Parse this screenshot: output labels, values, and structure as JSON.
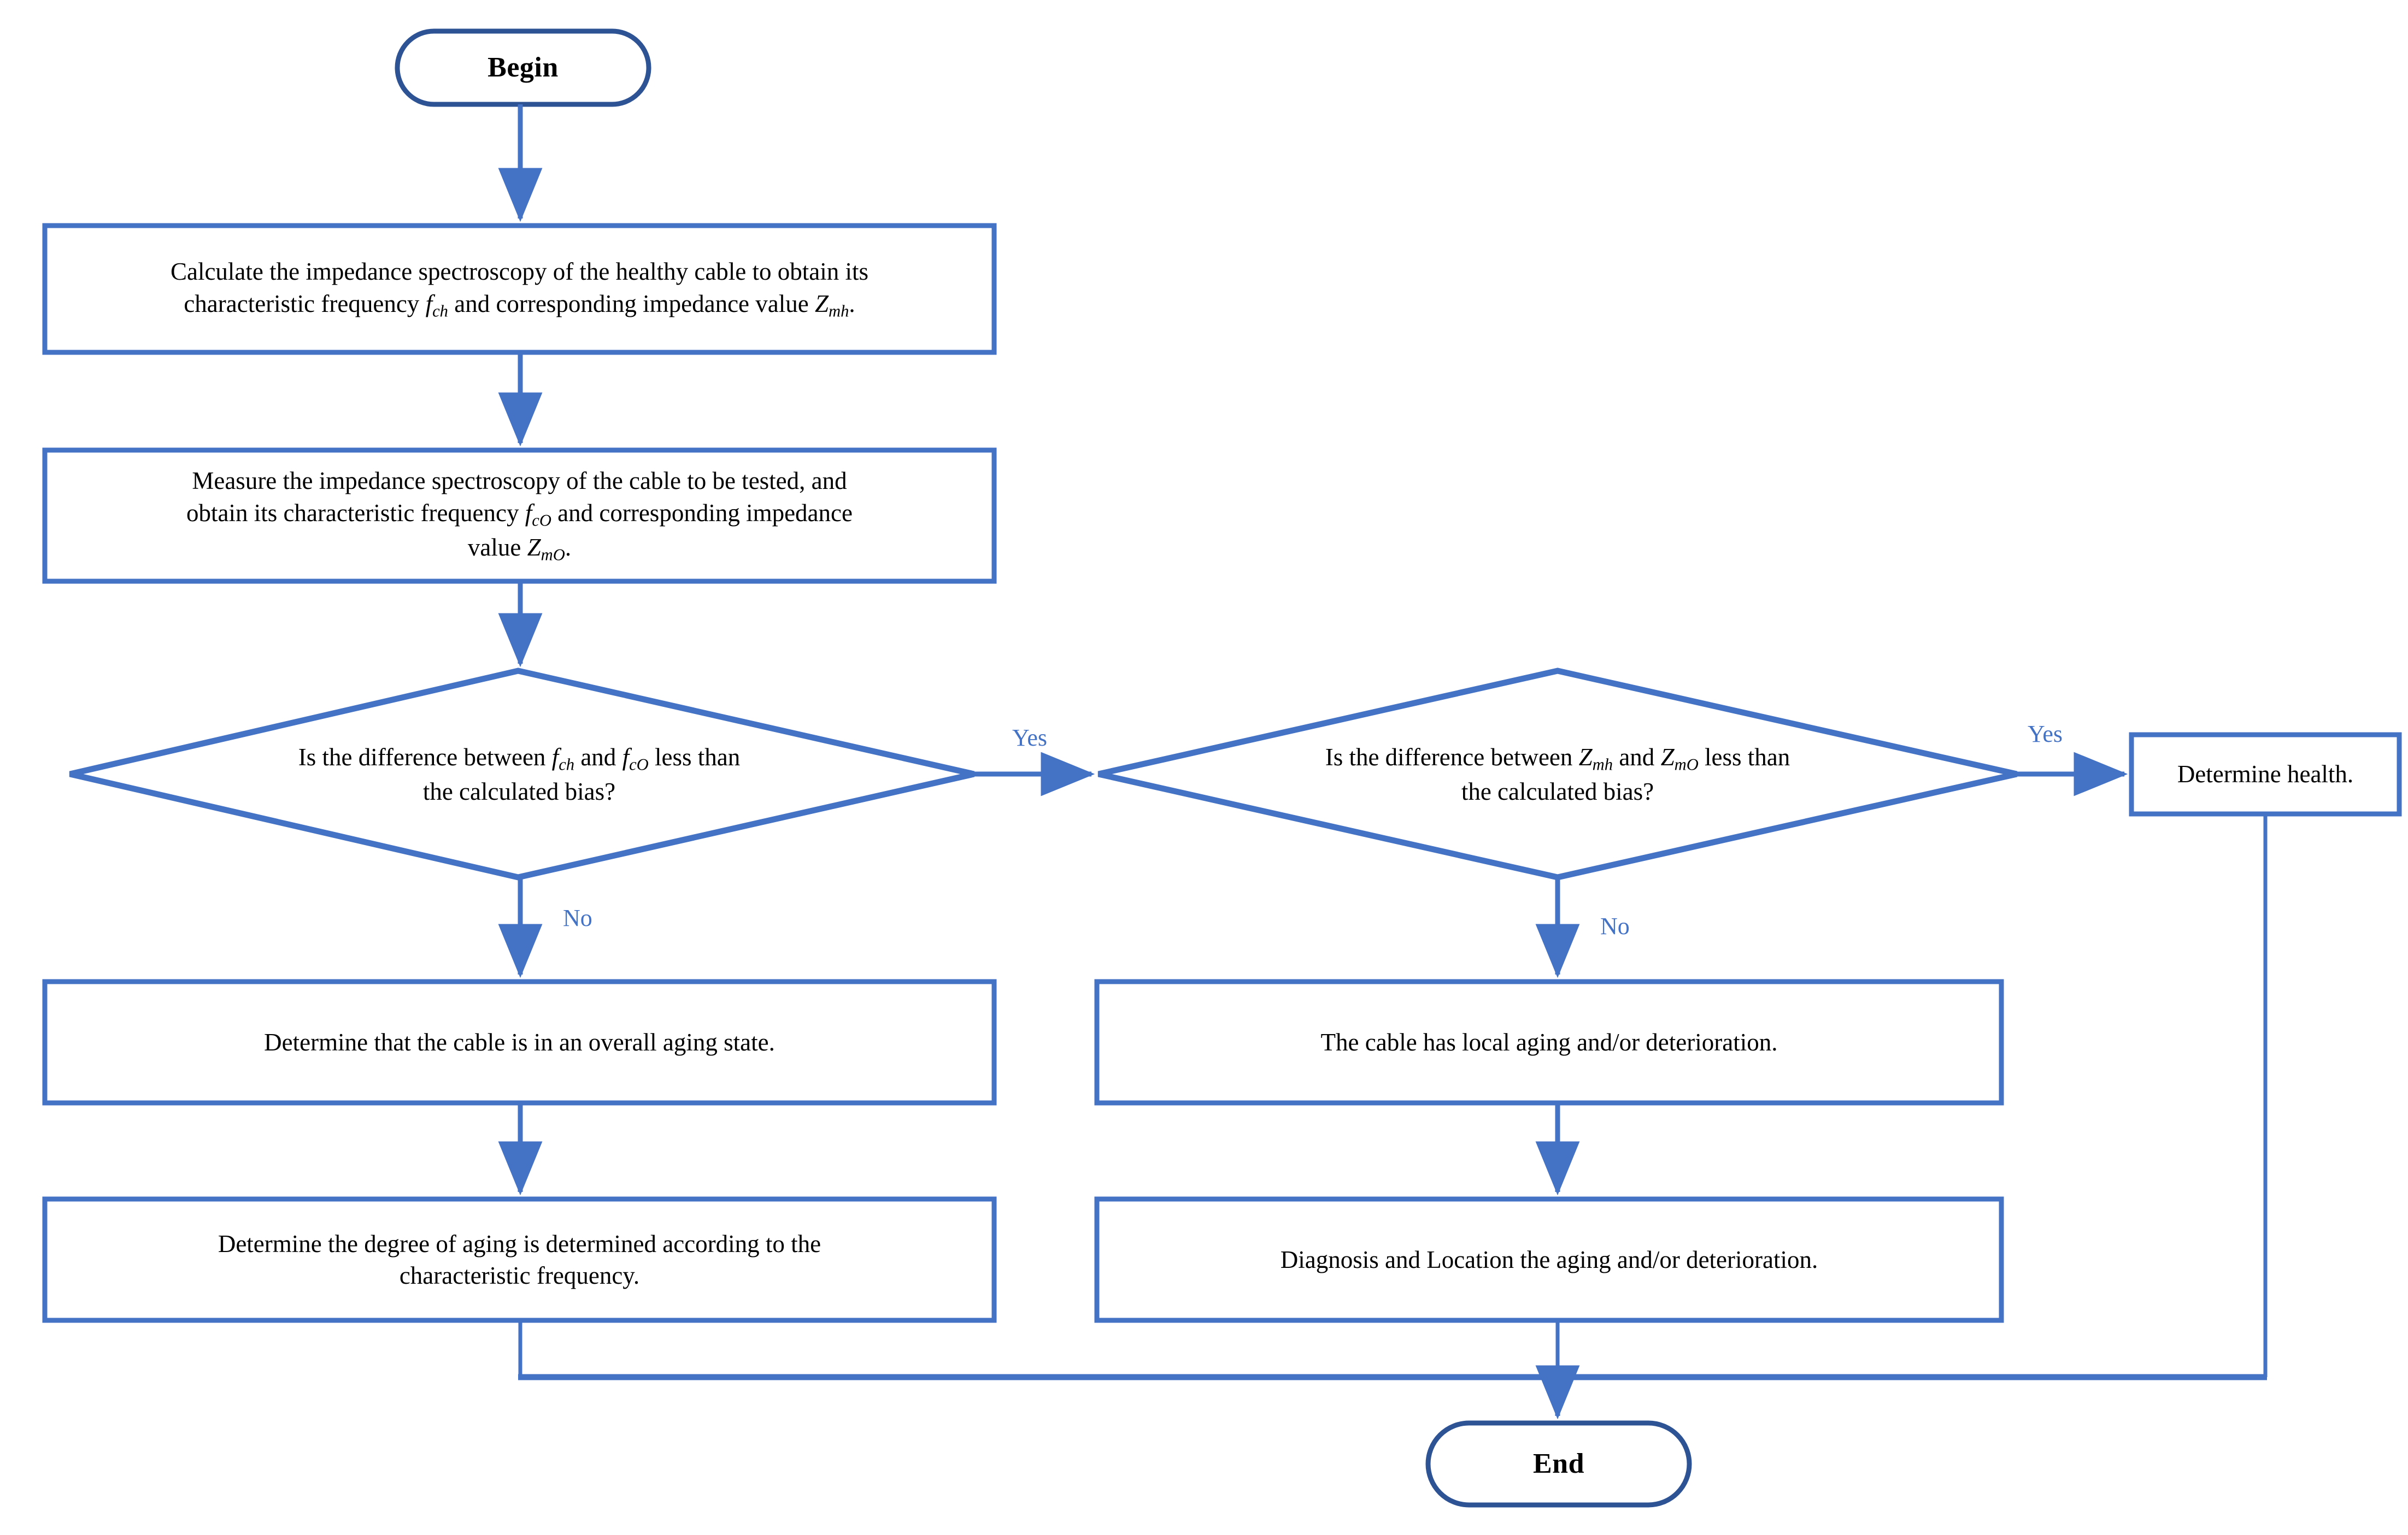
{
  "diagram": {
    "title": "Cable impedance spectroscopy aging diagnosis flowchart",
    "colors": {
      "process_border": "#4472C4",
      "decision_border": "#4472C4",
      "terminator_border": "#2E5395",
      "connector": "#4472C4",
      "label_text": "#4472C4",
      "node_text": "#000000",
      "background": "#FFFFFF"
    },
    "nodes": {
      "begin": {
        "label": "Begin",
        "shape": "terminator"
      },
      "calc_healthy": {
        "shape": "process",
        "line1": "Calculate the impedance spectroscopy of the healthy cable to obtain its",
        "line2_a": "characteristic frequency ",
        "line2_f": "f",
        "line2_fsub": "ch",
        "line2_b": " and corresponding impedance value ",
        "line2_z": "Z",
        "line2_zsub": "mh",
        "line2_c": "."
      },
      "measure_tested": {
        "shape": "process",
        "line1": "Measure the impedance spectroscopy of the cable to be tested, and",
        "line2_a": "obtain its characteristic frequency ",
        "line2_f": "f",
        "line2_fsub": "cO",
        "line2_b": " and corresponding impedance",
        "line3_a": "value ",
        "line3_z": "Z",
        "line3_zsub": "mO",
        "line3_b": "."
      },
      "decision_freq": {
        "shape": "decision",
        "line1_a": "Is the difference between ",
        "line1_f1": "f",
        "line1_f1sub": "ch",
        "line1_b": " and ",
        "line1_f2": "f",
        "line1_f2sub": "cO",
        "line1_c": " less than",
        "line2": "the calculated bias?"
      },
      "decision_imp": {
        "shape": "decision",
        "line1_a": "Is the difference between ",
        "line1_z1": "Z",
        "line1_z1sub": "mh",
        "line1_b": " and ",
        "line1_z2": "Z",
        "line1_z2sub": "mO",
        "line1_c": " less than",
        "line2": "the calculated bias?"
      },
      "determine_health": {
        "shape": "process",
        "label": "Determine health."
      },
      "overall_aging": {
        "shape": "process",
        "label": "Determine that the cable is in an overall aging state."
      },
      "degree_aging": {
        "shape": "process",
        "line1": "Determine the degree of aging is determined according to the",
        "line2": "characteristic frequency."
      },
      "local_aging": {
        "shape": "process",
        "label": "The cable has local aging and/or deterioration."
      },
      "diagnosis_location": {
        "shape": "process",
        "label": "Diagnosis and Location the aging and/or deterioration."
      },
      "end": {
        "label": "End",
        "shape": "terminator"
      }
    },
    "edge_labels": {
      "yes_freq": "Yes",
      "no_freq": "No",
      "yes_imp": "Yes",
      "no_imp": "No"
    }
  }
}
